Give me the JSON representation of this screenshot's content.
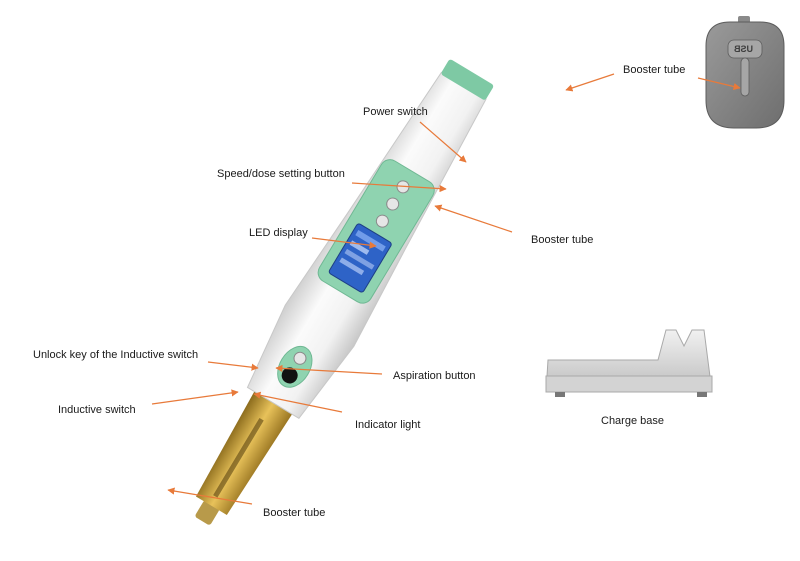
{
  "callouts": {
    "booster_tube_top": "Booster tube",
    "power_switch": "Power switch",
    "speed_dose_button": "Speed/dose setting button",
    "booster_tube_mid": "Booster tube",
    "led_display": "LED  display",
    "unlock_key": "Unlock key of the Inductive switch",
    "aspiration_button": "Aspiration button",
    "inductive_switch": "Inductive switch",
    "indicator_light": "Indicator light",
    "booster_tube_bottom": "Booster tube",
    "charge_base": "Charge base"
  },
  "device_markings": {
    "usb_label": "USB"
  },
  "colors": {
    "leader_line": "#e87a3a",
    "body": "#ebebeb",
    "accent_green": "#7ec9a4",
    "lcd_blue": "#2e63c7",
    "cap_gray": "#8a8a8a",
    "tip_gold": "#c9a03a"
  }
}
